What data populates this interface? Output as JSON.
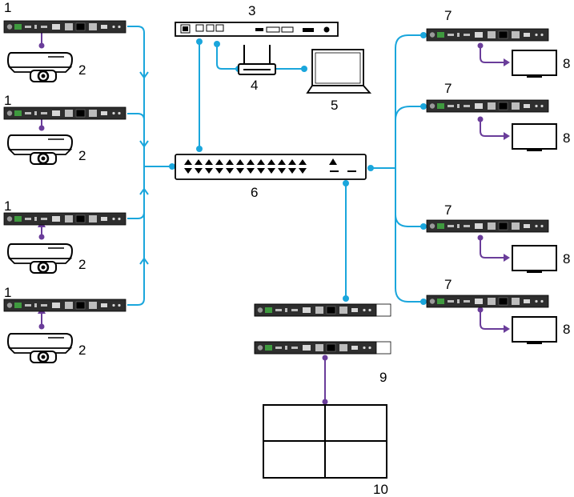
{
  "labels": {
    "encoder": "1",
    "camera": "2",
    "controller": "3",
    "router": "4",
    "laptop": "5",
    "switch": "6",
    "decoder": "7",
    "display": "8",
    "wall_decoder": "9",
    "video_wall": "10"
  },
  "colors": {
    "network_cable": "#1aa6dc",
    "av_cable": "#6a3d9a",
    "device_body": "#2b2b2b",
    "outline": "#000000"
  }
}
